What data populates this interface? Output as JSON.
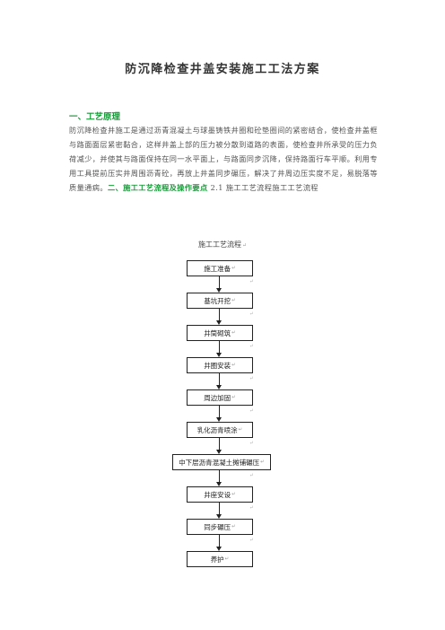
{
  "document": {
    "title": "防沉降检查井盖安装施工工法方案",
    "section1_heading": "一、工艺原理",
    "section1_body": "防沉降检查井施工是通过沥青混凝土与球墨铸铁井圈和砼垫圈间的紧密结合，使检查井盖框与路面面层紧密黏合，这样井盖上部的压力被分散到道路的表面，使检查井所承受的压力负荷减少，并使其与路面保持在同一水平面上，与路面同步沉降，保持路面行车平顺。利用专用工具提前压实井周围沥青砼，再放上井盖同步碾压，解决了井周边压实度不足，易脱落等质量通病。",
    "section2_heading": "二、施工工艺流程及操作要点",
    "section2_sub": "2.1  施工工艺流程施工工艺流程",
    "paragraph_mark": "↵"
  },
  "flowchart": {
    "caption": "施工工艺流程",
    "steps": [
      "施工准备",
      "基坑开挖",
      "井筒砌筑",
      "井圈安装",
      "周边加固",
      "乳化沥青喷涂",
      "中下层沥青混凝土摊铺碾压",
      "井座安设",
      "同步碾压",
      "养护"
    ]
  }
}
